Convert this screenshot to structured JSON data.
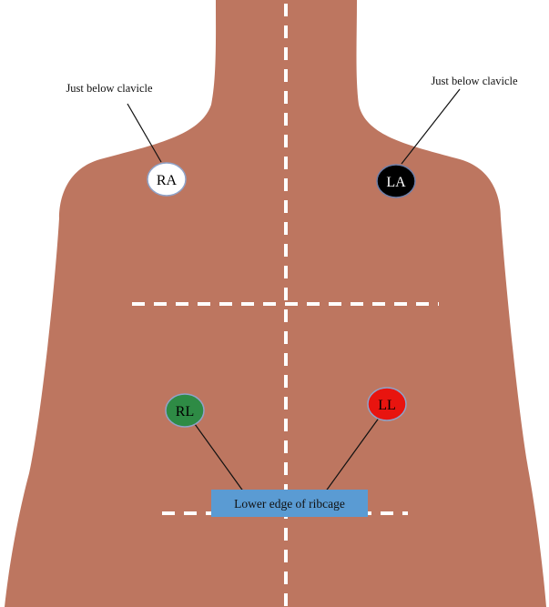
{
  "labels": {
    "left_callout": "Just below clavicle",
    "right_callout": "Just below clavicle",
    "ribcage": "Lower edge of ribcage"
  },
  "electrodes": {
    "ra": {
      "label": "RA",
      "fill": "#ffffff",
      "text_color": "#000000"
    },
    "la": {
      "label": "LA",
      "fill": "#000000",
      "text_color": "#ffffff"
    },
    "rl": {
      "label": "RL",
      "fill": "#2e8b45",
      "text_color": "#000000"
    },
    "ll": {
      "label": "LL",
      "fill": "#e8140f",
      "text_color": "#000000"
    }
  },
  "colors": {
    "skin": "#bd7660",
    "guide_lines": "#ffffff",
    "ribcage_box": "#5a9bd3",
    "leader_lines": "#111111"
  }
}
